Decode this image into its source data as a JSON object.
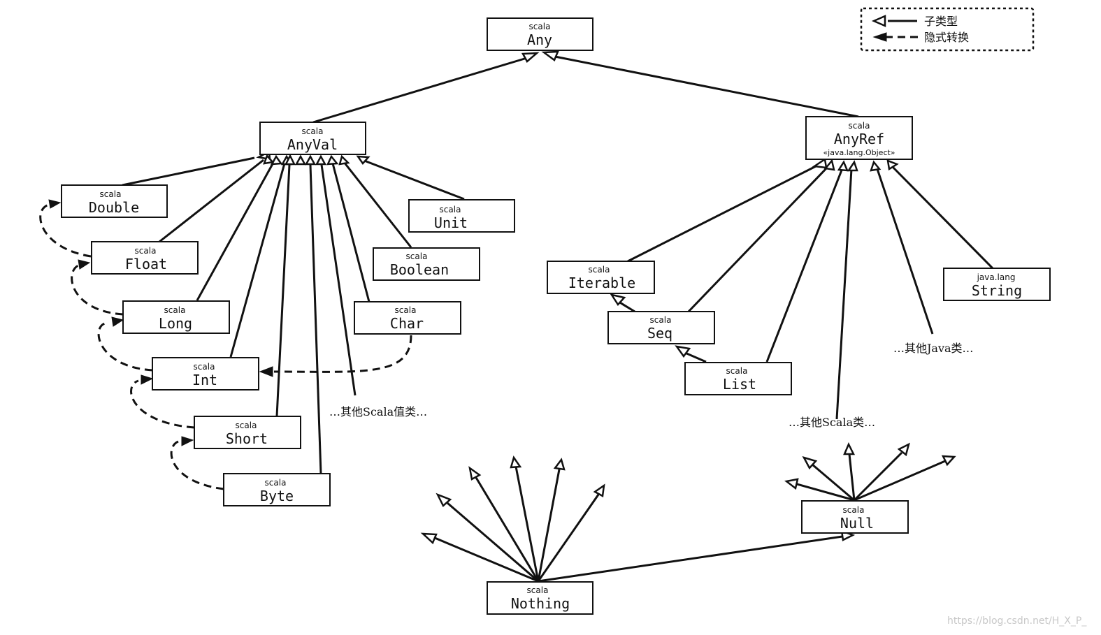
{
  "legend": {
    "subtype_label": "子类型",
    "implicit_label": "隐式转换"
  },
  "nodes": {
    "any": {
      "pkg": "scala",
      "name": "Any"
    },
    "anyval": {
      "pkg": "scala",
      "name": "AnyVal"
    },
    "anyref": {
      "pkg": "scala",
      "name": "AnyRef",
      "sub": "«java.lang.Object»"
    },
    "double": {
      "pkg": "scala",
      "name": "Double"
    },
    "float": {
      "pkg": "scala",
      "name": "Float"
    },
    "long": {
      "pkg": "scala",
      "name": "Long"
    },
    "int": {
      "pkg": "scala",
      "name": "Int"
    },
    "short": {
      "pkg": "scala",
      "name": "Short"
    },
    "byte": {
      "pkg": "scala",
      "name": "Byte"
    },
    "unit": {
      "pkg": "scala",
      "name": "Unit"
    },
    "boolean": {
      "pkg": "scala",
      "name": "Boolean"
    },
    "char": {
      "pkg": "scala",
      "name": "Char"
    },
    "iterable": {
      "pkg": "scala",
      "name": "Iterable"
    },
    "seq": {
      "pkg": "scala",
      "name": "Seq"
    },
    "list": {
      "pkg": "scala",
      "name": "List"
    },
    "string": {
      "pkg": "java.lang",
      "name": "String"
    },
    "null": {
      "pkg": "scala",
      "name": "Null"
    },
    "nothing": {
      "pkg": "scala",
      "name": "Nothing"
    }
  },
  "notes": {
    "other_scala_values": "…其他Scala值类…",
    "other_java": "…其他Java类…",
    "other_scala": "…其他Scala类…"
  },
  "watermark": "https://blog.csdn.net/H_X_P_"
}
